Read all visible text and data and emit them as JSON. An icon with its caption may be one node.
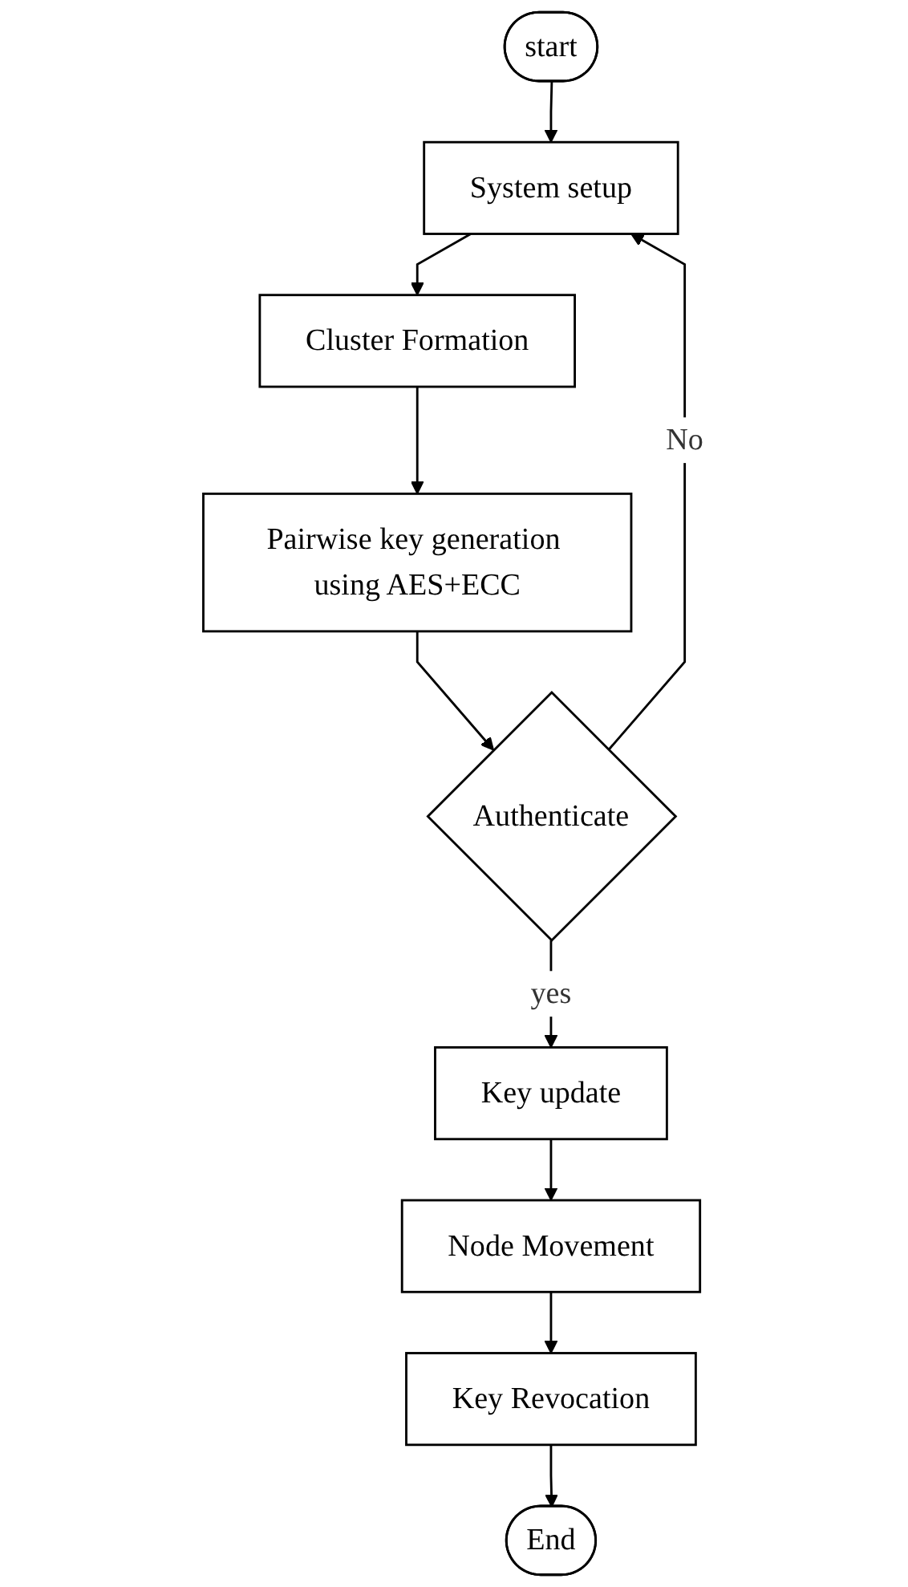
{
  "diagram": {
    "nodes": [
      {
        "text": [
          "start"
        ]
      },
      {
        "text": [
          "System setup"
        ]
      },
      {
        "text": [
          "Cluster Formation"
        ]
      },
      {
        "text": [
          "Pairwise key generation using AES+ECC"
        ]
      },
      {
        "text": [
          "Authenticate"
        ]
      },
      {
        "text": [
          "Key update"
        ]
      },
      {
        "text": [
          "Node Movement"
        ]
      },
      {
        "text": [
          "Key Revocation"
        ]
      },
      {
        "text": [
          "End"
        ]
      }
    ],
    "edges": [
      {
        "from": 0,
        "to": 1,
        "arrow": "to"
      },
      {
        "from": 1,
        "to": 2,
        "arrow": "to"
      },
      {
        "from": 2,
        "to": 3,
        "arrow": "to"
      },
      {
        "from": 3,
        "to": 4,
        "arrow": "to"
      },
      {
        "from": 4,
        "to": 1,
        "arrow": "to",
        "label": "No"
      },
      {
        "from": 4,
        "to": 5,
        "arrow": "to",
        "label": "yes"
      },
      {
        "from": 5,
        "to": 6,
        "arrow": "to"
      },
      {
        "from": 6,
        "to": 7,
        "arrow": "to"
      },
      {
        "from": 7,
        "to": 8,
        "arrow": "to"
      }
    ]
  }
}
